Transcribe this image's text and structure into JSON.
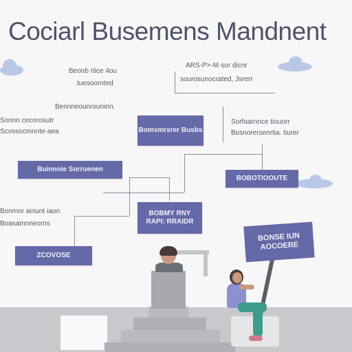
{
  "title": "Cociarl Busemens Mandnent",
  "boxes": {
    "box1": "Bomsmrsrer Busbs",
    "box2": "Buinnnie Sorruenen",
    "box3": "BOBOTIOOUTE",
    "box4": "BOBMY RNY",
    "box4b": "RAPI: RRAIDR",
    "box5": "ZCOVOSE",
    "sign_line1": "BONSE IUN",
    "sign_line2": "AOCOERE"
  },
  "texts": {
    "t1a": "Beonb rtice 4ou",
    "t1b": "tuesoornted",
    "t2a": "ARS-P>-M·sor dicnr",
    "t2b": "sourosunocrated, Jsrerr",
    "t3": "Bennneounrouninn.",
    "t4a": "Sonnn cecorosutr",
    "t4b": "Scvosocmnnte-aea",
    "t5a": "Sorfoarnnce tiouorr",
    "t5b": "Bosnorersenrtia. tiurer",
    "t6a": "Bonmnr ainunt·iaon",
    "t6b": "Boasamnneorns"
  }
}
